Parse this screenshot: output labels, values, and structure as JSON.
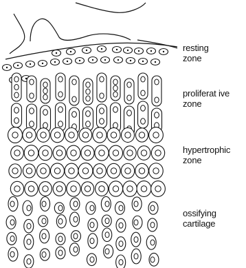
{
  "labels": {
    "resting": "resting\nzone",
    "proliferative": "proliferat ive\nzone",
    "hypertrophic": "hypertrophic\nzone",
    "ossifying": "ossifying\ncartilage"
  }
}
